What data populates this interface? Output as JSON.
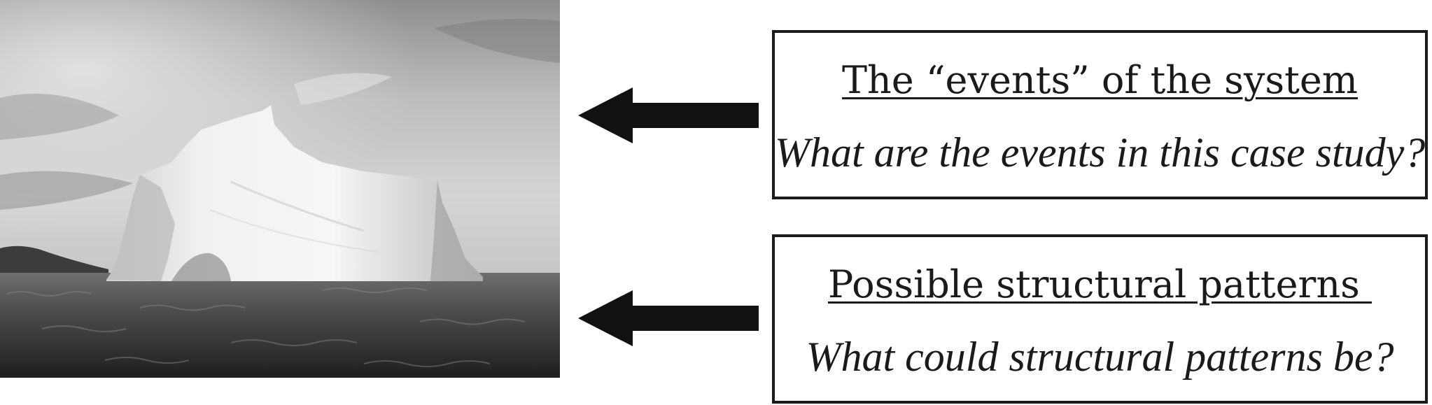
{
  "photo": {
    "subject": "iceberg",
    "colors": {
      "sky_light": "#d8d8d8",
      "sky_dark": "#6a6a6a",
      "ice": "#f2f2f2",
      "ice_shadow": "#b8b8b8",
      "water_light": "#6b6b6b",
      "water_dark": "#1c1c1c"
    }
  },
  "arrows": [
    {
      "direction": "left",
      "color": "#111111"
    },
    {
      "direction": "left",
      "color": "#111111"
    }
  ],
  "boxes": [
    {
      "title": "The “events” of the system",
      "question": "What are the events in this case study?"
    },
    {
      "title": "Possible structural patterns ",
      "question": "What could structural patterns be?"
    }
  ]
}
